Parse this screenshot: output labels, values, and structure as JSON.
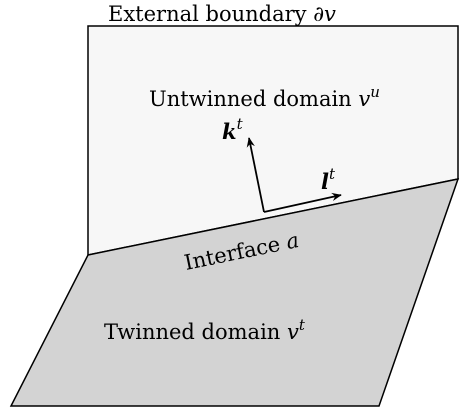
{
  "colors": {
    "background": "#ffffff",
    "untwinned_fill": "#f7f7f7",
    "twinned_fill": "#d3d3d3",
    "stroke": "#000000"
  },
  "labels": {
    "external_boundary": {
      "text": "External boundary ",
      "symbol": "∂v"
    },
    "untwinned": {
      "text": "Untwinned domain ",
      "base": "v",
      "sup": "u"
    },
    "twinned": {
      "text": "Twinned domain ",
      "base": "v",
      "sup": "t"
    },
    "interface": {
      "text": "Interface ",
      "symbol": "a"
    },
    "k_vector": {
      "base": "k",
      "sup": "t"
    },
    "l_vector": {
      "base": "l",
      "sup": "t"
    }
  }
}
